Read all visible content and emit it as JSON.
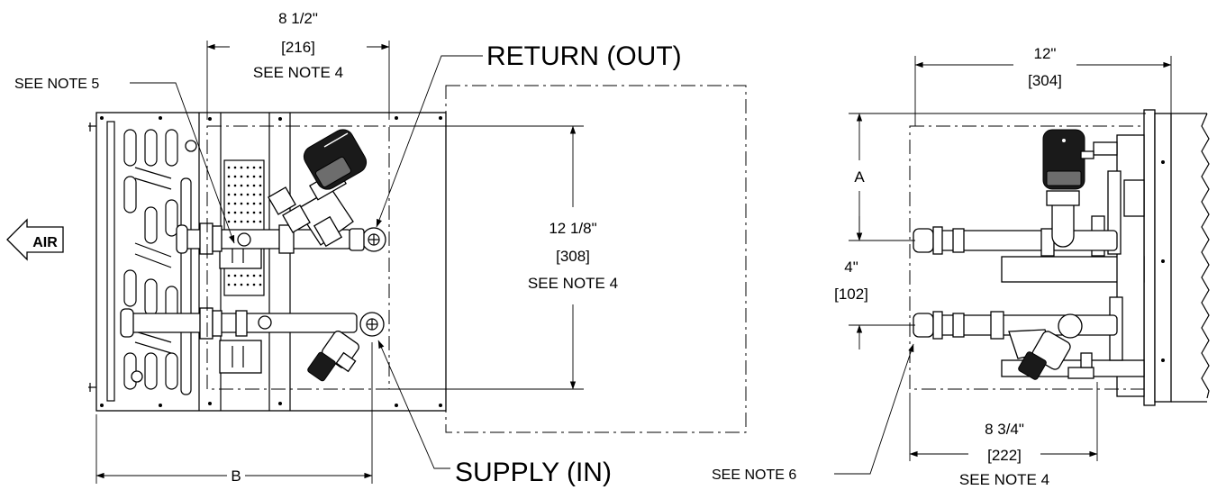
{
  "left_view": {
    "dim_top_imperial": "8 1/2\"",
    "dim_top_metric": "[216]",
    "dim_top_note": "SEE NOTE 4",
    "dim_height_imperial": "12 1/8\"",
    "dim_height_metric": "[308]",
    "dim_height_note": "SEE NOTE 4",
    "dim_bottom_label": "B",
    "callout_note5": "SEE NOTE 5",
    "callout_return": "RETURN (OUT)",
    "callout_supply": "SUPPLY (IN)",
    "airflow_label": "AIR"
  },
  "right_view": {
    "dim_top_imperial": "12\"",
    "dim_top_metric": "[304]",
    "dim_a_label": "A",
    "dim_spacing_imperial": "4\"",
    "dim_spacing_metric": "[102]",
    "dim_bottom_imperial": "8 3/4\"",
    "dim_bottom_metric": "[222]",
    "dim_bottom_note": "SEE NOTE 4",
    "callout_note6": "SEE NOTE 6"
  }
}
